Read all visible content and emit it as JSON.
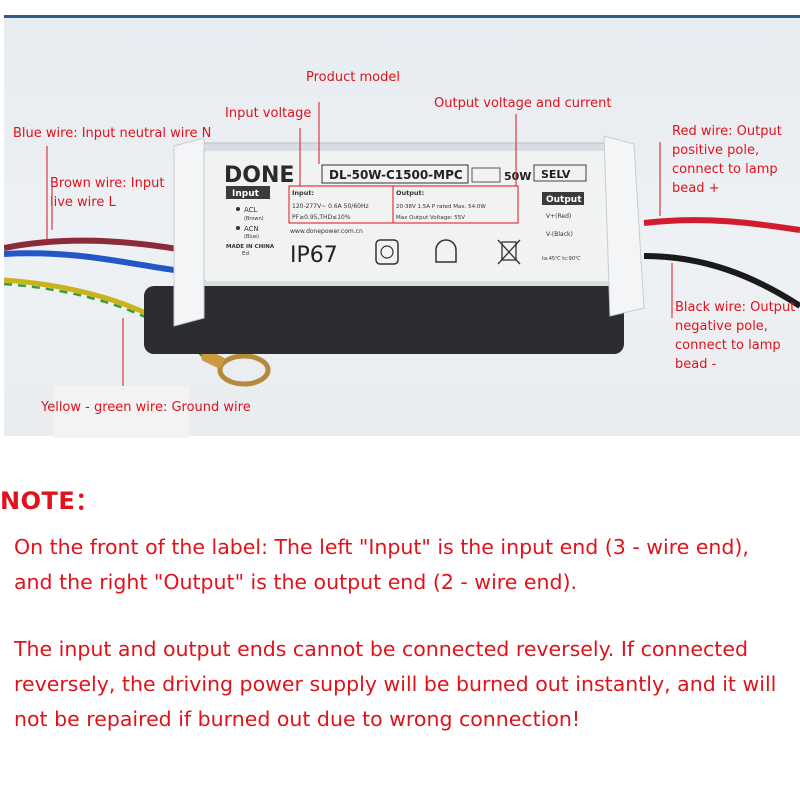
{
  "product": {
    "brand": "DONE",
    "model": "DL-50W-C1500-MPC",
    "power": "50W",
    "selv": "SELV",
    "input_tag": "Input",
    "acl": "ACL",
    "acl_sub": "(Brown)",
    "acn": "ACN",
    "acn_sub": "(Blue)",
    "made_in": "MADE IN CHINA",
    "made_in_sub": "Ed",
    "input_hdr": "Input:",
    "input_spec": "120-277V~ 0.6A 50/60Hz",
    "pf_spec": "PF≥0.95,THD≤10%",
    "output_hdr": "Output:",
    "output_spec": "20-38V 1.5A  P rated Max. 54.0W",
    "max_output": "Max Output Voltage: 55V",
    "website": "www.donepower.com.cn",
    "ip": "IP67",
    "output_tag": "Output",
    "vplus": "V+(Red)",
    "vminus": "V-(Black)",
    "temp": "ta:45℃  tc:90℃"
  },
  "callouts": {
    "product_model": "Product model",
    "input_voltage": "Input voltage",
    "output_vc": "Output voltage and current",
    "blue_wire": "Blue wire: Input neutral wire N",
    "brown_wire_1": "Brown wire: Input",
    "brown_wire_2": "live wire L",
    "red_wire_1": "Red wire: Output",
    "red_wire_2": "positive pole,",
    "red_wire_3": "connect to lamp",
    "red_wire_4": "bead +",
    "black_wire_1": "Black wire: Output",
    "black_wire_2": "negative pole,",
    "black_wire_3": "connect to lamp",
    "black_wire_4": "bead -",
    "ground_wire": "Yellow - green wire: Ground wire"
  },
  "note": {
    "title": "NOTE：",
    "p1": "On the front of the label: The left \"Input\" is the input end (3 - wire end), and the right \"Output\" is the output end (2 - wire end).",
    "p2": "The input and output ends cannot be connected reversely. If connected reversely, the driving power supply will be burned out instantly, and it will not be repaired if burned out due to wrong connection!"
  },
  "colors": {
    "accent_red": "#e0121b",
    "blue_wire": "#2456c8",
    "brown_wire": "#8a2a3a",
    "red_wire": "#d01c2c",
    "black_wire": "#1a1a1a",
    "ground_yellow": "#c9b21a",
    "ground_green": "#3f9a35"
  }
}
